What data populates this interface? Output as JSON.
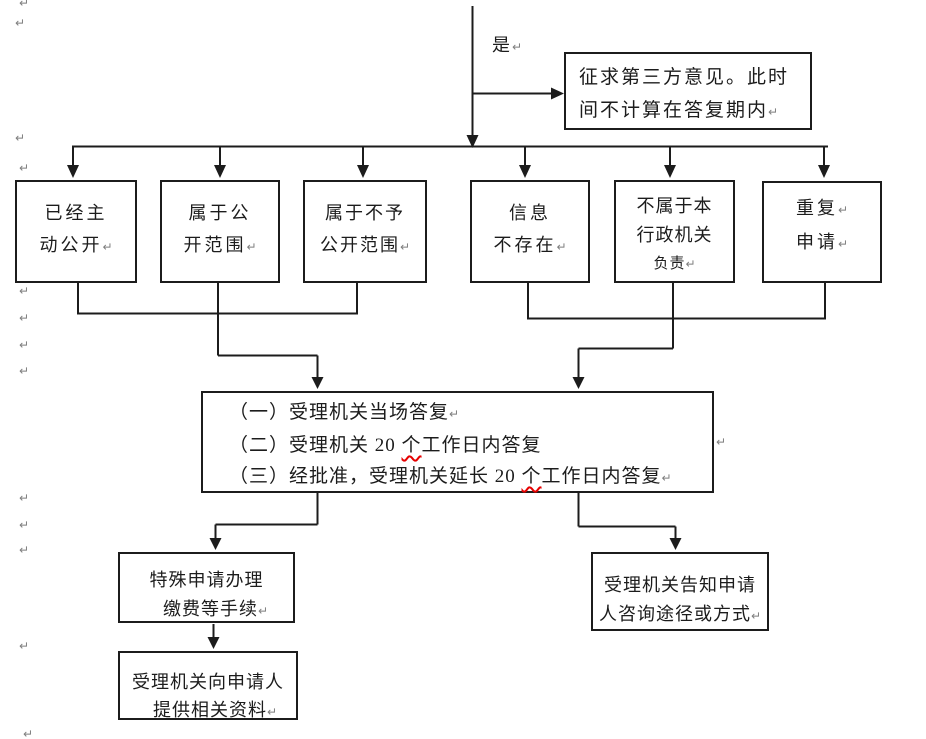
{
  "marks": {
    "glyph": "↵"
  },
  "labels": {
    "yes": "是"
  },
  "boxes": {
    "third_party": {
      "l1": "征求第三方意见。此时",
      "l2": "间不计算在答复期内"
    },
    "already_public": {
      "l1": "已经主",
      "l2": "动公开"
    },
    "public_scope": {
      "l1": "属于公",
      "l2": "开范围"
    },
    "not_public_scope": {
      "l1": "属于不予",
      "l2": "公开范围"
    },
    "info_not_exist": {
      "l1": "信息",
      "l2": "不存在"
    },
    "not_responsible": {
      "l1": "不属于本",
      "l2": "行政机关",
      "l3": "负责"
    },
    "repeat_request": {
      "l1": "重复",
      "l2": "申请"
    },
    "reply": {
      "l1": "（一）受理机关当场答复",
      "l2_pre": "（二）受理机关 20 ",
      "l2_sq": "个",
      "l2_post": "工作日内答复",
      "l3_pre": "（三）经批准，受理机关延长 20 ",
      "l3_sq": "个",
      "l3_post": "工作日内答复"
    },
    "special_procedure": {
      "l1": "特殊申请办理",
      "l2": "缴费等手续"
    },
    "provide_material": {
      "l1": "受理机关向申请人",
      "l2": "提供相关资料"
    },
    "notify_way": {
      "l1": "受理机关告知申请",
      "l2": "人咨询途径或方式"
    }
  },
  "colors": {
    "line": "#1c1c1c",
    "squiggle": "#e60000",
    "mark_gray": "#7e7e7e"
  }
}
